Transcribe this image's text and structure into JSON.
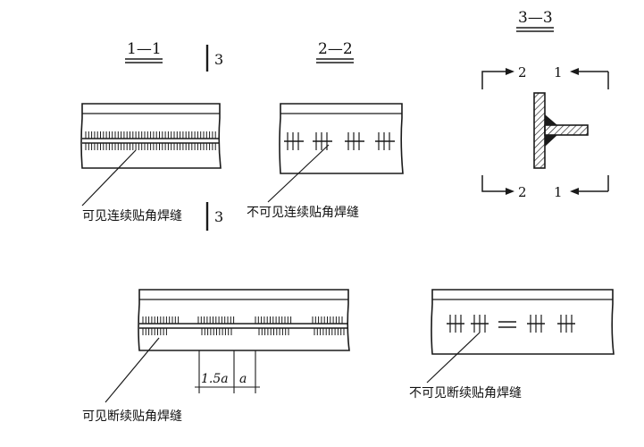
{
  "sections": {
    "s1": "1—1",
    "s2": "2—2",
    "s3": "3—3",
    "mark3_top": "3",
    "mark3_bottom": "3",
    "mark2_top": "2",
    "mark1_top": "1",
    "mark2_bottom": "2",
    "mark1_bottom": "1"
  },
  "labels": {
    "visible_continuous": "可见连续贴角焊缝",
    "invisible_continuous": "不可见连续贴角焊缝",
    "visible_intermittent": "可见断续贴角焊缝",
    "invisible_intermittent": "不可见断续贴角焊缝"
  },
  "dims": {
    "weld_length": "1.5a",
    "gap_length": "a"
  }
}
